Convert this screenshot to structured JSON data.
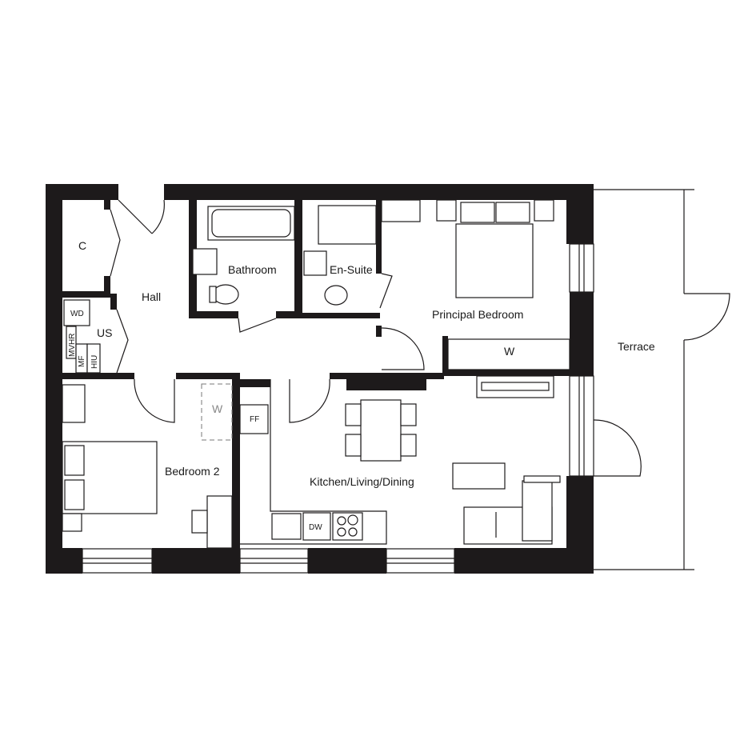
{
  "plan": {
    "rooms": {
      "cupboard": "C",
      "hall": "Hall",
      "utility": "US",
      "bathroom": "Bathroom",
      "ensuite": "En-Suite",
      "principal_bedroom": "Principal Bedroom",
      "bedroom2": "Bedroom 2",
      "kitchen": "Kitchen/Living/Dining",
      "terrace": "Terrace"
    },
    "fixtures": {
      "washer_dryer": "WD",
      "mvhr": "MVHR",
      "mf": "MF",
      "hiu": "HIU",
      "wardrobe_principal": "W",
      "wardrobe_bed2": "W",
      "fridge_freezer": "FF",
      "dishwasher": "DW"
    },
    "colors": {
      "wall": "#1d1a1b",
      "background": "#ffffff"
    }
  }
}
